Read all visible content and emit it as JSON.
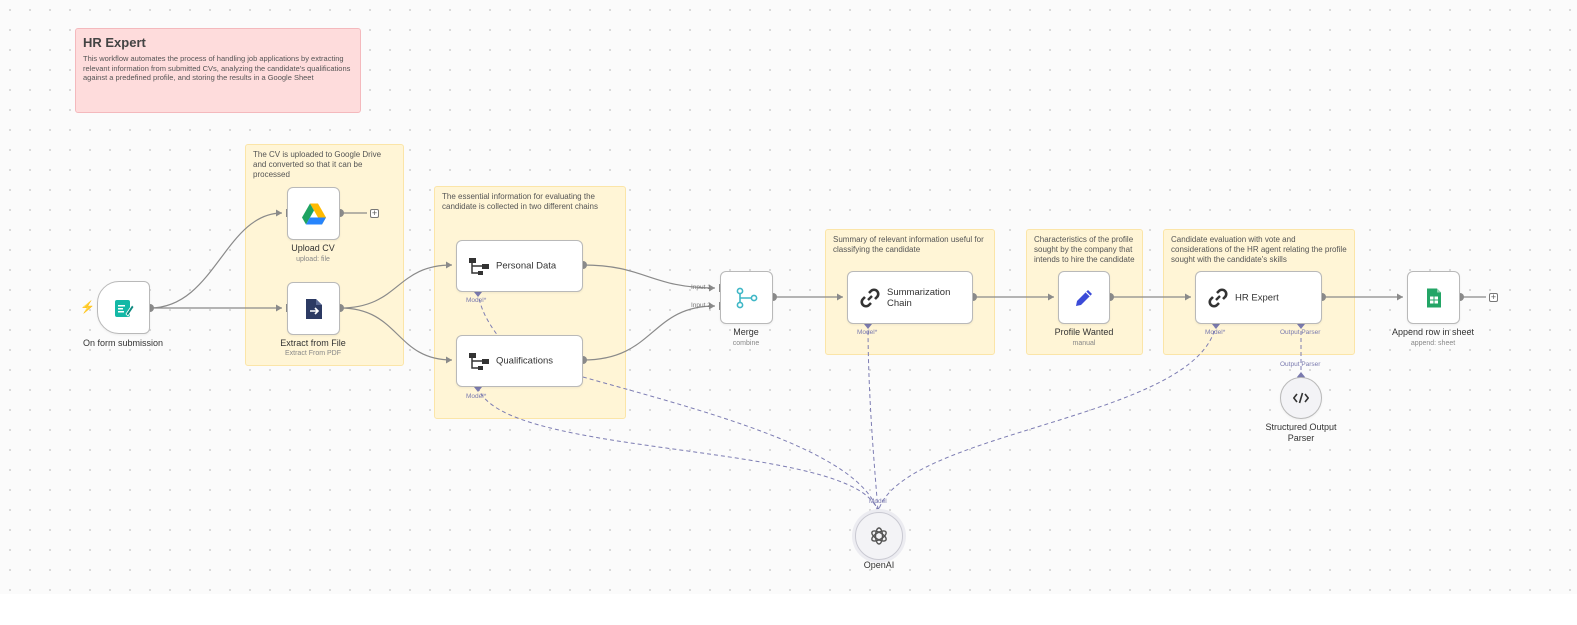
{
  "workflow": {
    "title": "HR Expert",
    "description": "This workflow automates the process of handling job applications by extracting relevant information from submitted CVs, analyzing the candidate's qualifications against a predefined profile, and storing the results in a Google Sheet"
  },
  "notes": {
    "upload": "The CV is uploaded to Google Drive and converted so that it can be processed",
    "chains": "The essential information for evaluating the candidate is collected in two different chains",
    "summary": "Summary of relevant information useful for classifying the candidate",
    "profile": "Characteristics of the profile sought by the company that intends to hire the candidate",
    "evaluation": "Candidate evaluation with vote and considerations of the HR agent relating the profile sought with the candidate's skills"
  },
  "nodes": {
    "form_trigger": {
      "name": "On form submission",
      "icon": "form-trigger-icon"
    },
    "upload_cv": {
      "name": "Upload CV",
      "subtitle": "upload: file",
      "icon": "google-drive-icon"
    },
    "extract": {
      "name": "Extract from File",
      "subtitle": "Extract From PDF",
      "icon": "extract-file-icon"
    },
    "personal_data": {
      "name": "Personal Data",
      "icon": "information-extractor-icon",
      "port": "Model*"
    },
    "qualifications": {
      "name": "Qualifications",
      "icon": "information-extractor-icon",
      "port": "Model*"
    },
    "merge": {
      "name": "Merge",
      "subtitle": "combine",
      "icon": "merge-icon",
      "input1": "Input 1",
      "input2": "Input 2"
    },
    "summarization": {
      "name": "Summarization Chain",
      "icon": "chain-link-icon",
      "port": "Model*"
    },
    "profile_wanted": {
      "name": "Profile Wanted",
      "subtitle": "manual",
      "icon": "pencil-icon"
    },
    "hr_expert": {
      "name": "HR Expert",
      "icon": "chain-link-icon",
      "port_model": "Model*",
      "port_parser": "Output Parser"
    },
    "append_row": {
      "name": "Append row in sheet",
      "subtitle": "append: sheet",
      "icon": "google-sheets-icon"
    },
    "parser": {
      "name": "Structured Output Parser",
      "port": "Output Parser",
      "icon": "code-icon"
    },
    "openai": {
      "name": "OpenAI",
      "port": "Model",
      "icon": "openai-icon"
    }
  },
  "colors": {
    "accent_trigger": "#ff6d5a",
    "sticky_yellow": "#fff5d6",
    "sticky_red": "#fedcdc",
    "ai_port": "#7a7aaf",
    "drive_green": "#1ea362",
    "drive_yellow": "#ffba00",
    "drive_blue": "#2684fc",
    "sheets_green": "#23a566",
    "pencil_blue": "#3b4bd8",
    "merge_teal": "#3fb7c6",
    "form_teal": "#14b8a6",
    "extract_navy": "#2c3a63"
  }
}
